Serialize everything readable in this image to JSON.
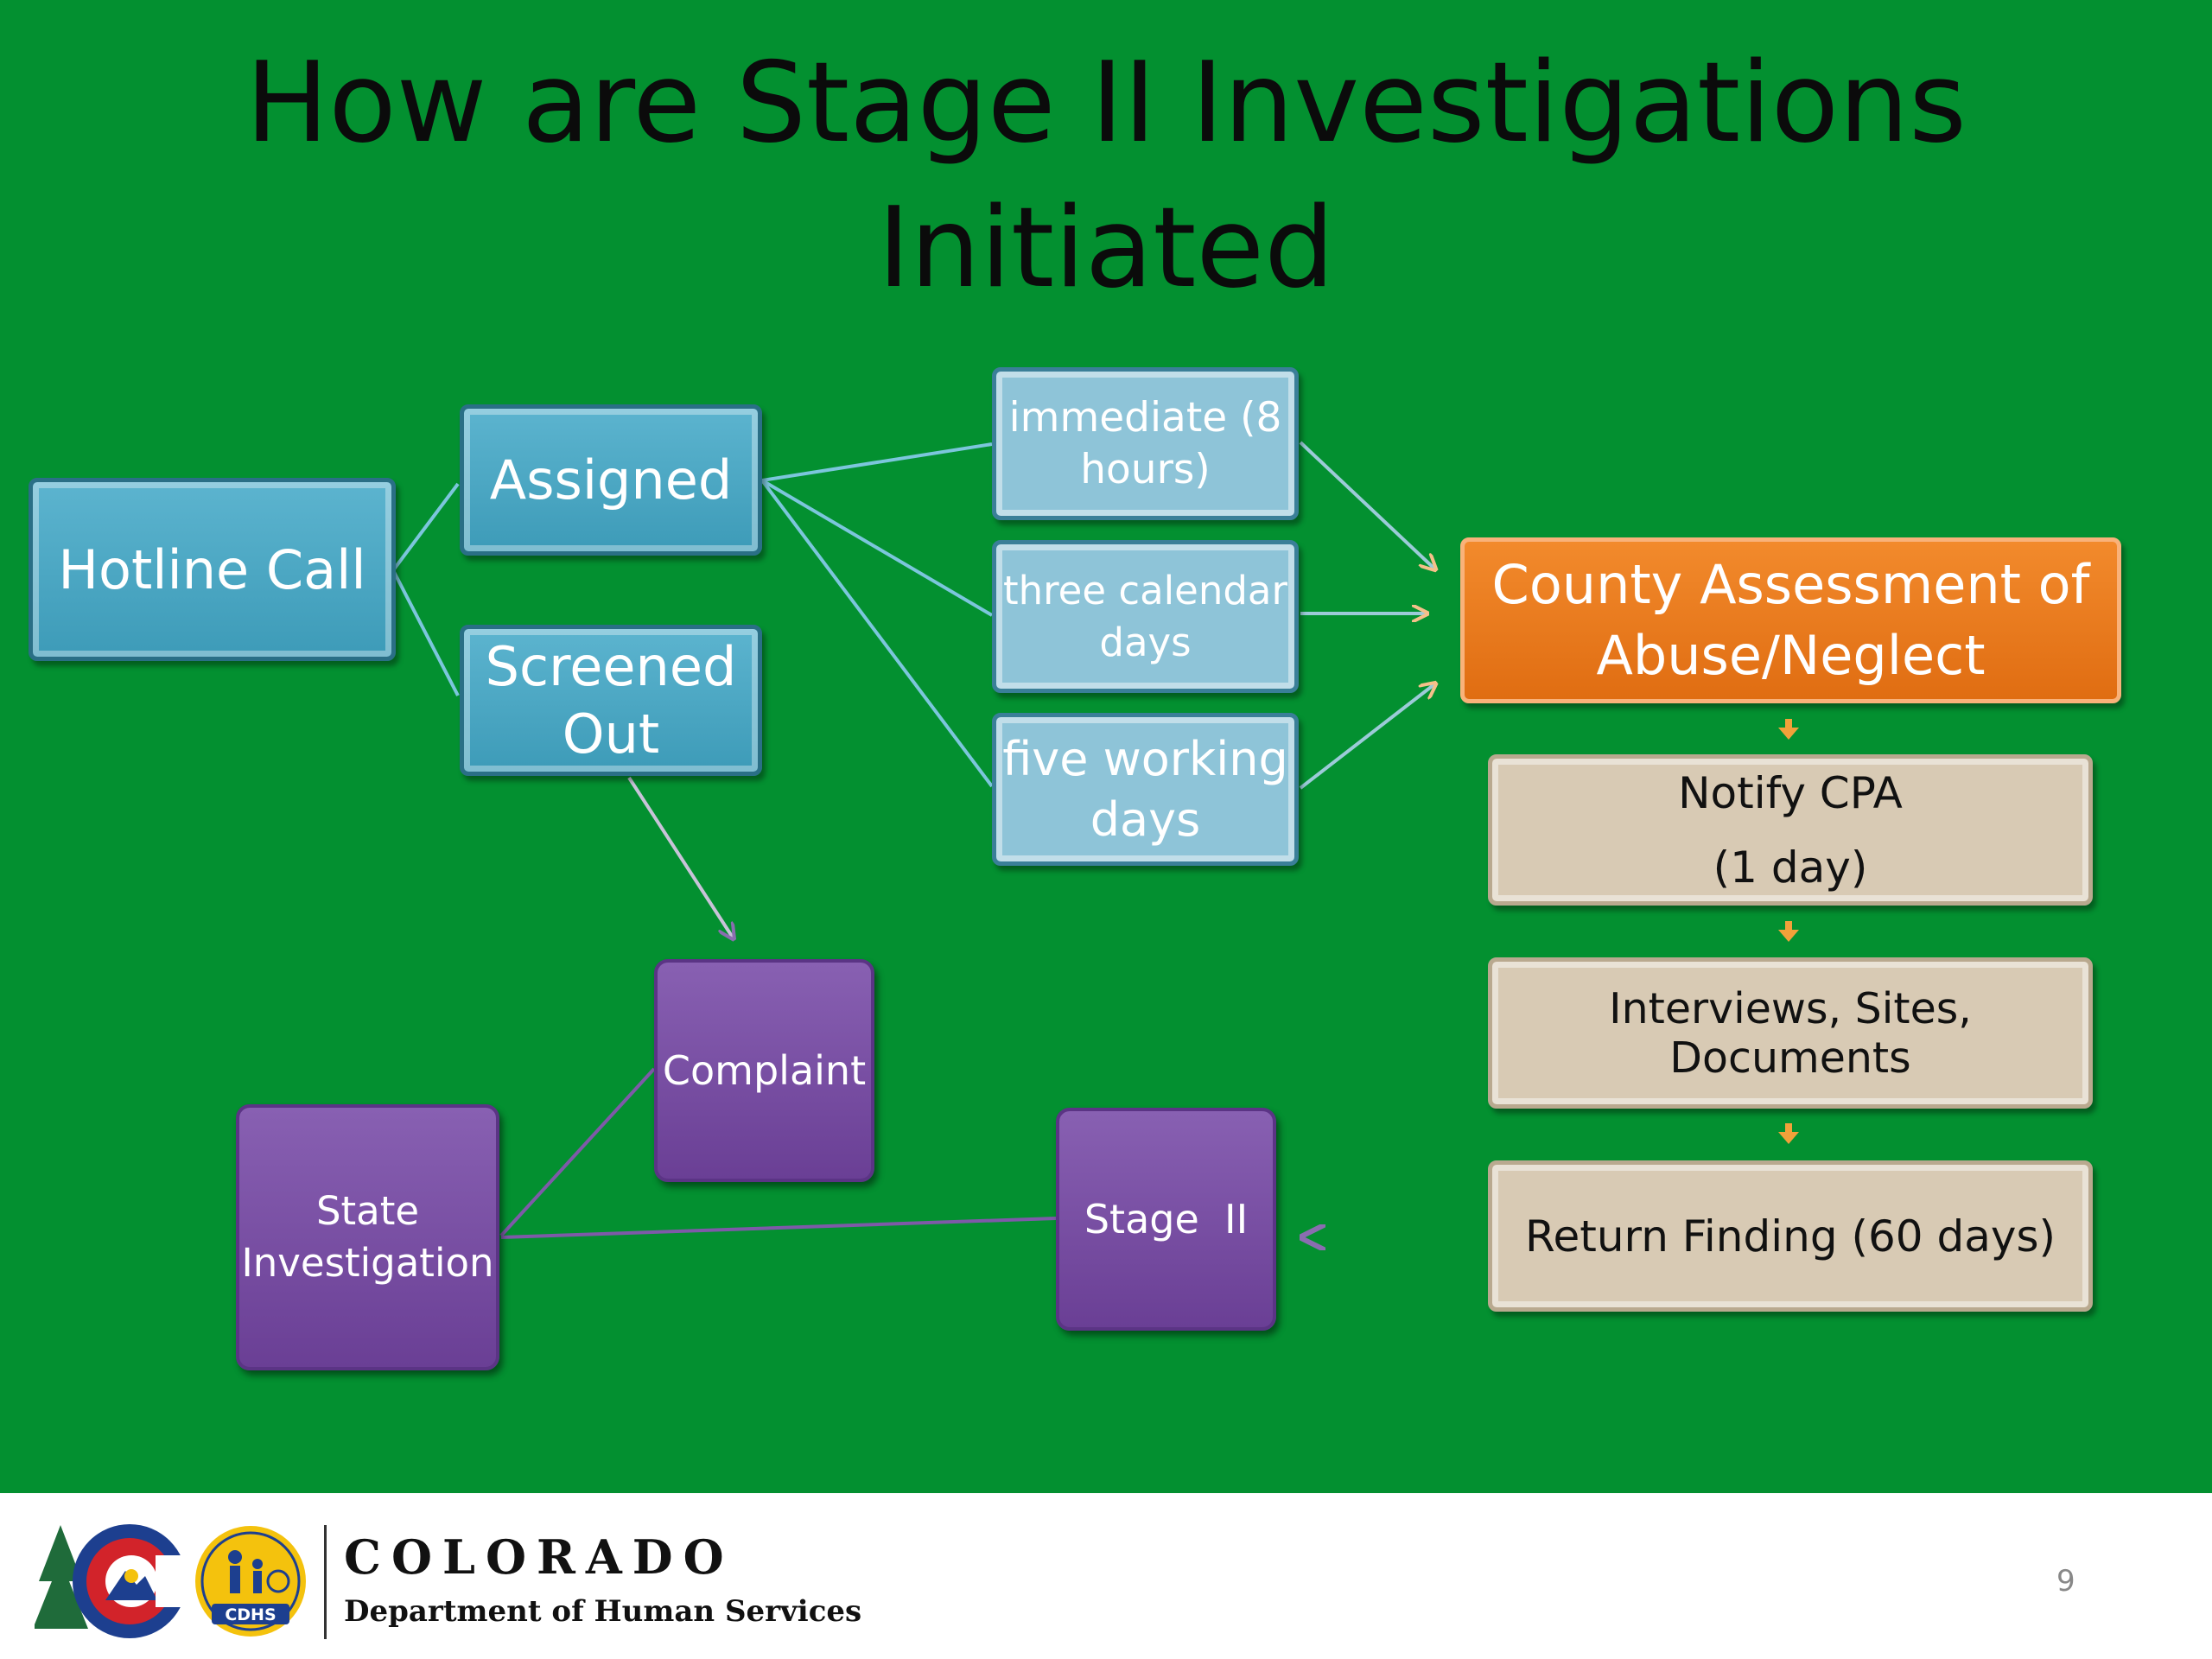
{
  "title": {
    "line1": "How are Stage II Investigations",
    "line2": "Initiated"
  },
  "nodes": {
    "hotline_call": "Hotline Call",
    "assigned": "Assigned",
    "screened_out": {
      "line1": "Screened",
      "line2": "Out"
    },
    "immediate": {
      "line1": "immediate (8",
      "line2": "hours)"
    },
    "three_days": {
      "line1": "three calendar",
      "line2": "days"
    },
    "five_days": {
      "line1": "five working",
      "line2": "days"
    },
    "county_assessment": {
      "line1": "County Assessment of",
      "line2": "Abuse/Neglect"
    },
    "notify_cpa": {
      "line1": "Notify CPA",
      "line2": "(1 day)"
    },
    "interviews": "Interviews, Sites, Documents",
    "return_finding": "Return Finding (60 days)",
    "complaint": "Complaint",
    "state_investigation": {
      "line1": "State",
      "line2": "Investigation"
    },
    "stage_ii": "Stage  II"
  },
  "footer": {
    "brand": "COLORADO",
    "department": "Department of Human Services",
    "logo_badge": "CDHS",
    "page_number": "9"
  },
  "colors": {
    "background": "#039030",
    "teal": "#3d9bb8",
    "light_blue": "#8ec4d8",
    "orange": "#e87a1c",
    "tan": "#d8cab4",
    "purple": "#7a50a5"
  }
}
